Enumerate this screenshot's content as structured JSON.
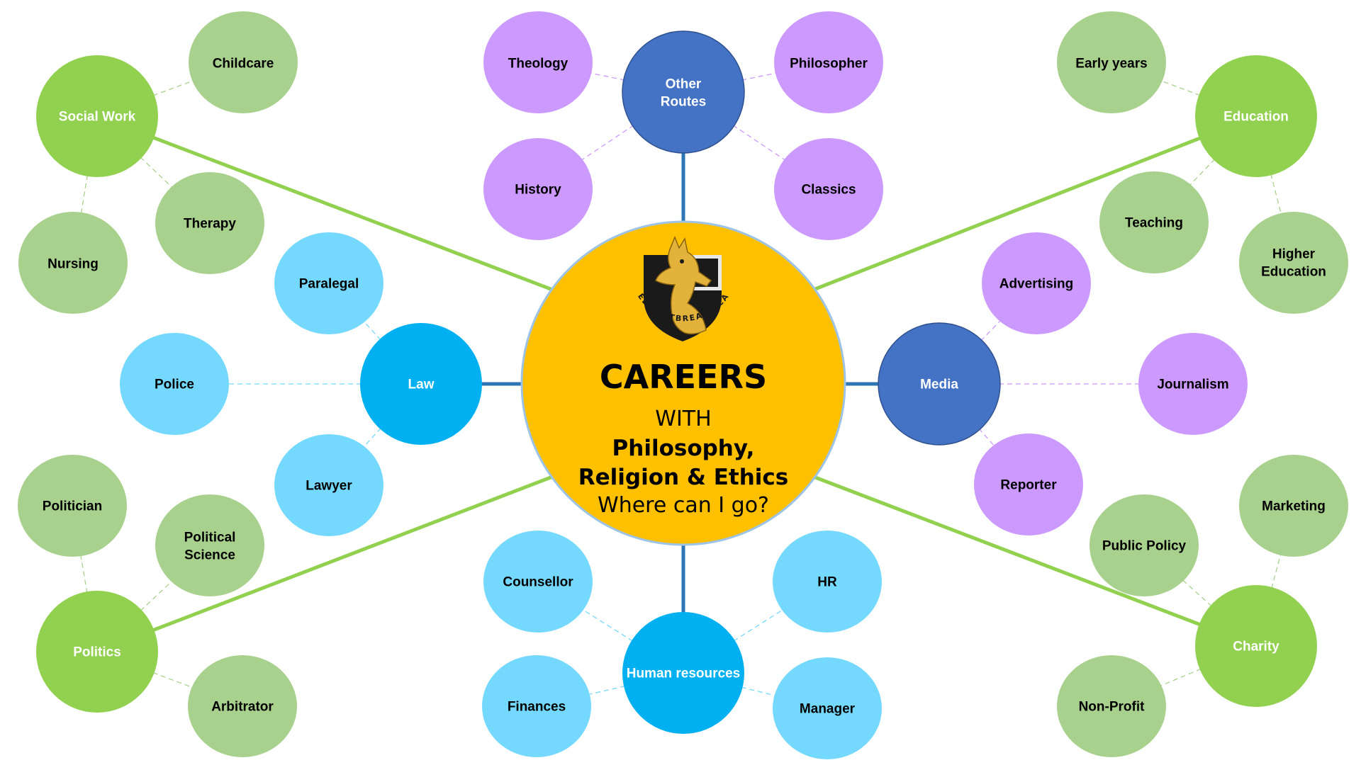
{
  "colors": {
    "green_hub": "#92D050",
    "green_leaf": "#A9D18E",
    "purple_leaf": "#CC99FF",
    "blue_hub": "#4472C4",
    "cyan_hub": "#00B0F0",
    "cyan_leaf": "#75D9FF",
    "center": "#FFC000",
    "green_line": "#92D050",
    "blue_line": "#2E75B6"
  },
  "center": {
    "logo_text": "SAMUEL WHITBREAD ACADEMY",
    "line1": "CAREERS",
    "line2": "WITH",
    "line3": "Philosophy,",
    "line4": "Religion & Ethics",
    "line5": "Where can I go?"
  },
  "hubs": {
    "social_work": "Social Work",
    "other_routes": [
      "Other",
      "Routes"
    ],
    "education": "Education",
    "law": "Law",
    "media": "Media",
    "politics": "Politics",
    "human_resources": "Human resources",
    "charity": "Charity"
  },
  "leaves": {
    "childcare": "Childcare",
    "therapy": "Therapy",
    "nursing": "Nursing",
    "theology": "Theology",
    "history": "History",
    "philosopher": "Philosopher",
    "classics": "Classics",
    "early_years": "Early years",
    "teaching": "Teaching",
    "higher_education": [
      "Higher",
      "Education"
    ],
    "paralegal": "Paralegal",
    "police": "Police",
    "lawyer": "Lawyer",
    "advertising": "Advertising",
    "journalism": "Journalism",
    "reporter": "Reporter",
    "politician": "Politician",
    "political_science": [
      "Political",
      "Science"
    ],
    "arbitrator": "Arbitrator",
    "counsellor": "Counsellor",
    "hr": "HR",
    "finances": "Finances",
    "manager": "Manager",
    "marketing": "Marketing",
    "public_policy": "Public Policy",
    "non_profit": "Non-Profit"
  }
}
